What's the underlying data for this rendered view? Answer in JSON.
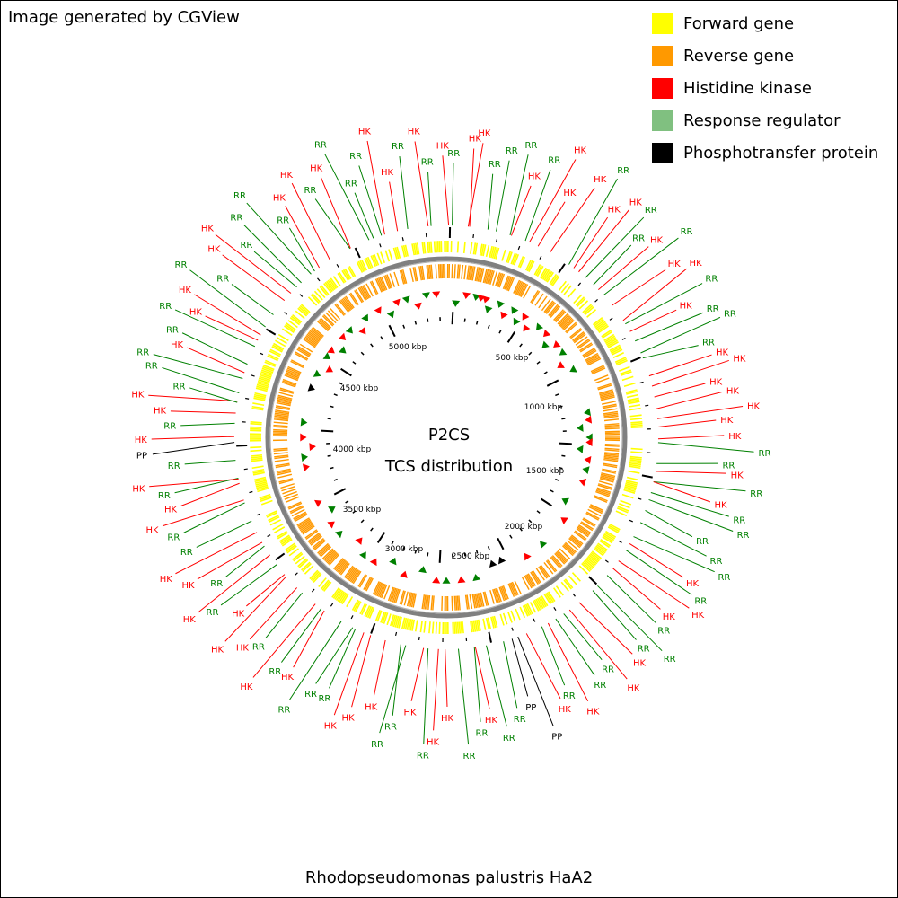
{
  "header": {
    "credit": "Image generated by CGView"
  },
  "legend": [
    {
      "label": "Forward gene",
      "color": "#ffff00"
    },
    {
      "label": "Reverse gene",
      "color": "#ff9900"
    },
    {
      "label": "Histidine kinase",
      "color": "#ff0000"
    },
    {
      "label": "Response regulator",
      "color": "#80c080"
    },
    {
      "label": "Phosphotransfer protein",
      "color": "#000000"
    }
  ],
  "center": {
    "title": "P2CS",
    "subtitle": "TCS distribution"
  },
  "footer": {
    "organism": "Rhodopseudomonas palustris HaA2"
  },
  "scale_labels": [
    "500 kbp",
    "1000 kbp",
    "1500 kbp",
    "2000 kbp",
    "2500 kbp",
    "3000 kbp",
    "3500 kbp",
    "4000 kbp",
    "4500 kbp",
    "5000 kbp"
  ],
  "feature_labels": [
    "RR",
    "HK",
    "HK",
    "RR",
    "RR",
    "RR",
    "HK",
    "RR",
    "HK",
    "HK",
    "HK",
    "RR",
    "HK",
    "HK",
    "RR",
    "RR",
    "HK",
    "RR",
    "HK",
    "HK",
    "RR",
    "HK",
    "RR",
    "RR",
    "RR",
    "HK",
    "HK",
    "HK",
    "HK",
    "HK",
    "HK",
    "HK",
    "RR",
    "RR",
    "HK",
    "RR",
    "HK",
    "RR",
    "RR",
    "RR",
    "RR",
    "RR",
    "HK",
    "RR",
    "HK",
    "HK",
    "RR",
    "RR",
    "RR",
    "HK",
    "HK",
    "RR",
    "RR",
    "HK",
    "RR",
    "HK",
    "PP",
    "PP",
    "RR",
    "RR",
    "HK",
    "RR",
    "RR",
    "HK",
    "HK",
    "RR",
    "HK",
    "RR",
    "RR",
    "HK",
    "HK",
    "HK",
    "RR",
    "RR",
    "RR",
    "HK",
    "RR",
    "HK",
    "RR",
    "HK",
    "HK",
    "HK",
    "RR",
    "HK",
    "RR",
    "HK",
    "HK",
    "RR",
    "RR",
    "HK",
    "HK",
    "RR",
    "HK",
    "RR",
    "PP",
    "HK",
    "RR",
    "HK",
    "HK",
    "RR",
    "RR",
    "RR",
    "HK",
    "RR",
    "RR",
    "HK",
    "HK",
    "RR",
    "RR",
    "HK",
    "HK",
    "RR",
    "RR",
    "RR",
    "RR",
    "HK",
    "HK",
    "RR",
    "HK",
    "RR",
    "RR",
    "RR",
    "HK",
    "HK",
    "RR",
    "HK",
    "RR",
    "HK"
  ],
  "colors": {
    "hk": "#ff0000",
    "rr": "#008000",
    "pp": "#000000",
    "forward": "#ffff00",
    "reverse": "#ff9900",
    "backbone": "#808080"
  }
}
